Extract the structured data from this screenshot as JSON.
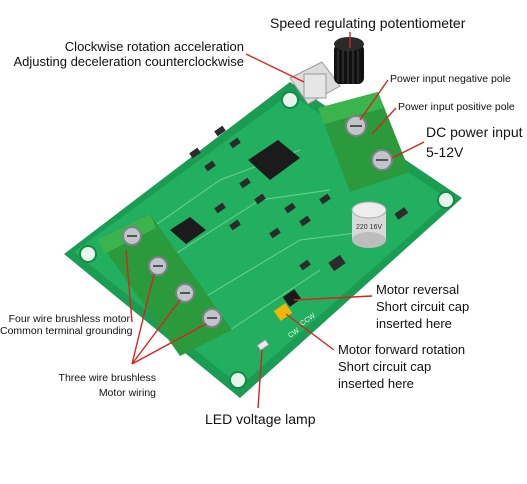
{
  "labels": {
    "potentiometer": "Speed regulating potentiometer",
    "pot_function_line1": "Clockwise rotation acceleration",
    "pot_function_line2": "Adjusting deceleration counterclockwise",
    "power_negative": "Power input negative pole",
    "power_positive": "Power input positive pole",
    "dc_input_line1": "DC power input",
    "dc_input_line2": "5-12V",
    "four_wire_line1": "Four wire brushless motor",
    "four_wire_line2": "Common terminal grounding",
    "three_wire_line1": "Three wire brushless",
    "three_wire_line2": "Motor wiring",
    "reversal_line1": "Motor reversal",
    "reversal_line2": "Short circuit cap",
    "reversal_line3": "inserted here",
    "forward_line1": "Motor forward rotation",
    "forward_line2": "Short circuit cap",
    "forward_line3": "inserted here",
    "led_lamp": "LED voltage lamp"
  },
  "board_markings": {
    "capacitor": "220 16V",
    "ccw": "CCW",
    "cw": "CW"
  },
  "colors": {
    "pcb": "#1fa85a",
    "pcb_dark": "#138a45",
    "terminal": "#2e9b3e",
    "leader_line": "#d8231f",
    "jumper_cap": "#f2b705"
  }
}
